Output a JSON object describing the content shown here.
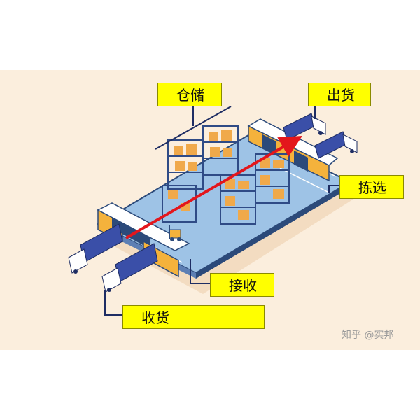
{
  "labels": {
    "storage": "仓储",
    "shipping": "出货",
    "picking": "拣选",
    "receiving_dock": "接收",
    "goods_receipt": "收货"
  },
  "watermark": "知乎 @实邦",
  "colors": {
    "background_panel": "#fbeedd",
    "floor": "#9ec3e6",
    "floor_edge": "#2c4a7a",
    "dock_wall": "#f4b23c",
    "truck_cab": "#ffffff",
    "truck_trailer": "#3a4fa8",
    "rack": "#2f4b86",
    "box": "#f0a94a",
    "flow_arrow": "#e3161c",
    "label_fill": "#ffff00"
  }
}
